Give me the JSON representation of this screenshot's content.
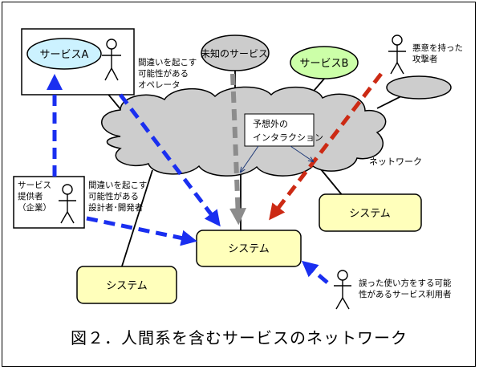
{
  "nodes": {
    "service_a": "サービスA",
    "unknown_service": "未知のサービス",
    "service_b": "サービスB",
    "system_center": "システム",
    "system_right": "システム",
    "system_left": "システム"
  },
  "labels": {
    "operator": [
      "間違いを起こす",
      "可能性がある",
      "オペレータ"
    ],
    "designer": [
      "間違いを起こす",
      "可能性がある",
      "設計者･開発者"
    ],
    "attacker": [
      "悪意を持った",
      "攻撃者"
    ],
    "provider": [
      "サービス",
      "提供者",
      "（企業）"
    ],
    "user": [
      "誤った使い方をする可能",
      "性があるサービス利用者"
    ],
    "network": "ネットワーク",
    "unexpected": [
      "予想外の",
      "インタラクション"
    ]
  },
  "caption": "図２．人間系を含むサービスのネットワーク",
  "colors": {
    "service_a_fill": "#ccf2ff",
    "service_b_fill": "#ccffa8",
    "unknown_fill": "#cccccc",
    "cloud_fill": "#cdcdcd",
    "system_fill": "#ffffbb",
    "blue_arrow": "#1a2ff0",
    "gray_arrow": "#8c8c8c",
    "red_arrow": "#cc2a14",
    "thin_arrow": "#1f3a78"
  }
}
